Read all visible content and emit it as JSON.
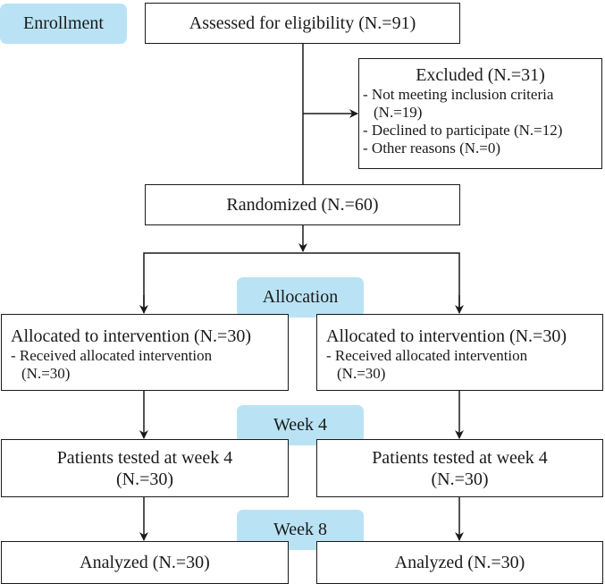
{
  "stages": {
    "enrollment": "Enrollment",
    "allocation": "Allocation",
    "week4": "Week 4",
    "week8": "Week 8"
  },
  "assessed": "Assessed for eligibility (N.=91)",
  "excluded": {
    "title": "Excluded (N.=31)",
    "line1": "- Not meeting inclusion criteria",
    "line1b": "(N.=19)",
    "line2": "- Declined to participate (N.=12)",
    "line3": "- Other reasons (N.=0)"
  },
  "randomized": "Randomized (N.=60)",
  "left": {
    "allocated": "Allocated to intervention (N.=30)",
    "received": "- Received allocated intervention",
    "received_n": "(N.=30)",
    "tested": "Patients tested at week 4",
    "tested_n": "(N.=30)",
    "analyzed": "Analyzed (N.=30)"
  },
  "right": {
    "allocated": "Allocated to intervention (N.=30)",
    "received": "- Received allocated intervention",
    "received_n": "(N.=30)",
    "tested": "Patients tested at week 4",
    "tested_n": "(N.=30)",
    "analyzed": "Analyzed (N.=30)"
  }
}
